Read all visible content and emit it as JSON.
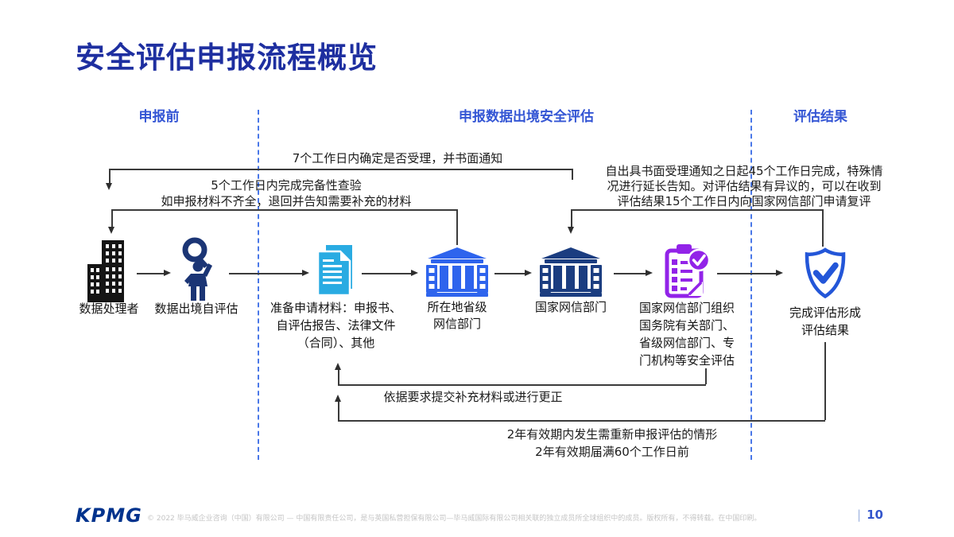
{
  "slide": {
    "title": "安全评估申报流程概览",
    "logo_text": "KPMG",
    "copyright": "© 2022 毕马威企业咨询（中国）有限公司 — 中国有限责任公司，是与英国私营担保有限公司—毕马威国际有限公司相关联的独立成员所全球组织中的成员。版权所有，不得转载。在中国印刷。",
    "page_divider": "|",
    "page_number": "10"
  },
  "phases": [
    {
      "label": "申报前"
    },
    {
      "label": "申报数据出境安全评估"
    },
    {
      "label": "评估结果"
    }
  ],
  "annotations": {
    "accept_notice": "7个工作日内确定是否受理，并书面通知",
    "completeness_check": [
      "5个工作日内完成完备性查验",
      "如申报材料不齐全，退回并告知需要补充的材料"
    ],
    "assessment_45days": [
      "自出具书面受理通知之日起45个工作日完成，特殊情",
      "况进行延长告知。对评估结果有异议的，可以在收到",
      "评估结果15个工作日内向国家网信部门申请复评"
    ],
    "supplement": "依据要求提交补充材料或进行更正",
    "reassessment": [
      "2年有效期内发生需重新申报评估的情形",
      "2年有效期届满60个工作日前"
    ]
  },
  "nodes": [
    {
      "icon": "building-icon",
      "lines": [
        "数据处理者"
      ]
    },
    {
      "icon": "magnifier-person-icon",
      "lines": [
        "数据出境自评估"
      ]
    },
    {
      "icon": "documents-icon",
      "lines": [
        "准备申请材料：申报书、",
        "自评估报告、法律文件",
        "（合同）、其他"
      ]
    },
    {
      "icon": "provincial-cac-building-icon",
      "lines": [
        "所在地省级",
        "网信部门"
      ]
    },
    {
      "icon": "national-cac-building-icon",
      "lines": [
        "国家网信部门"
      ]
    },
    {
      "icon": "assessment-checklist-icon",
      "lines": [
        "国家网信部门组织",
        "国务院有关部门、",
        "省级网信部门、专",
        "门机构等安全评估"
      ]
    },
    {
      "icon": "shield-check-icon",
      "lines": [
        "完成评估形成",
        "评估结果"
      ]
    }
  ],
  "colors": {
    "title_blue": "#1E2FA0",
    "phase_blue": "#3355D4",
    "divider_blue": "#4A78E8",
    "doc_cyan": "#29ABE2",
    "bank_blue": "#2E64ED",
    "bank_navy": "#1B3D80",
    "clipboard_purple": "#9223E8",
    "shield_blue": "#2356D8",
    "person_navy": "#1B3575",
    "kpmg_blue": "#00338D",
    "page_number_blue": "#3355CC"
  }
}
